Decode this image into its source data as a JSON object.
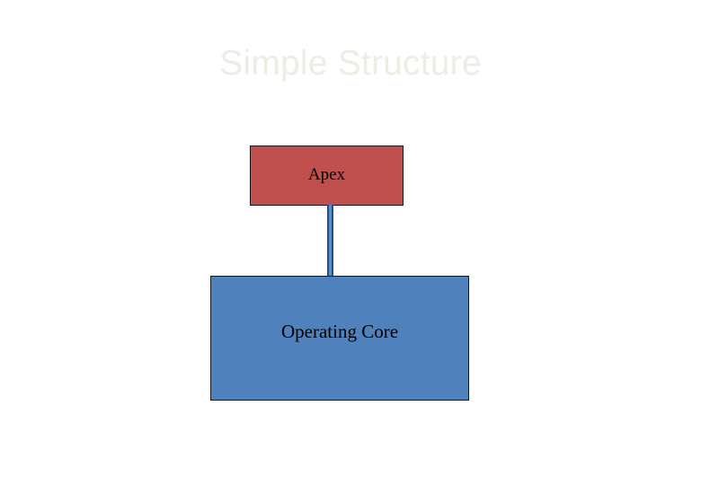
{
  "slide": {
    "title": "Simple Structure",
    "background_color": "#ffffff",
    "title_color": "#edede4"
  },
  "diagram": {
    "type": "org-chart",
    "nodes": [
      {
        "id": "apex",
        "label": "Apex",
        "fill_color": "#c0504d",
        "border_color": "#17171c",
        "text_color": "#000000"
      },
      {
        "id": "operating-core",
        "label": "Operating Core",
        "fill_color": "#4f81bd",
        "border_color": "#17171c",
        "text_color": "#000000"
      }
    ],
    "connectors": [
      {
        "id": "apex-to-operating-core",
        "from": "apex",
        "to": "operating-core",
        "color": "#5b8ec4",
        "edge_color": "#2b4a78"
      }
    ]
  }
}
